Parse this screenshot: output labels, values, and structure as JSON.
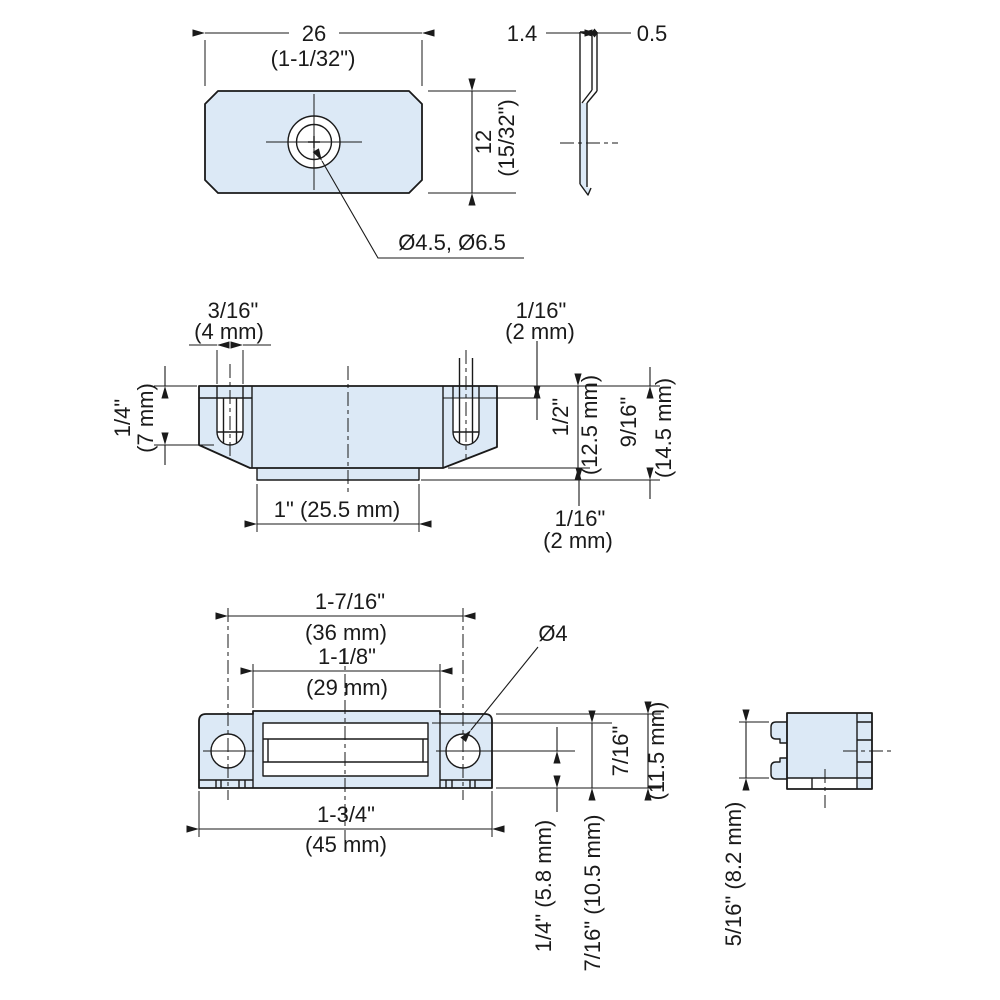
{
  "drawing": {
    "part": "magnetic-catch-with-strike-plate",
    "colors": {
      "part_fill": "#dce9f6",
      "line": "#1a1a1a",
      "background": "#ffffff"
    },
    "strike_plate_front": {
      "width_mm": "26",
      "width_in": "(1-1/32\")",
      "height_mm": "12",
      "height_in": "(15/32\")",
      "hole_diameters": "Ø4.5, Ø6.5"
    },
    "strike_plate_side": {
      "total_thickness": "1.4",
      "plate_thickness": "0.5"
    },
    "catch_top_view": {
      "slot_width_in": "3/16\"",
      "slot_width_mm": "(4 mm)",
      "top_step_in": "1/16\"",
      "top_step_mm": "(2 mm)",
      "slot_depth_in": "1/4\"",
      "slot_depth_mm": "(7 mm)",
      "body_depth_in": "1/2\"",
      "body_depth_mm": "(12.5 mm)",
      "total_depth_in": "9/16\"",
      "total_depth_mm": "(14.5 mm)",
      "magnet_face_width": "1\" (25.5 mm)",
      "bottom_step_in": "1/16\"",
      "bottom_step_mm": "(2 mm)"
    },
    "catch_front_view": {
      "hole_spacing_in": "1-7/16\"",
      "hole_spacing_mm": "(36 mm)",
      "magnet_width_in": "1-1/8\"",
      "magnet_width_mm": "(29 mm)",
      "hole_diameter": "Ø4",
      "total_width_in": "1-3/4\"",
      "total_width_mm": "(45 mm)",
      "height_in": "7/16\"",
      "height_mm": "(11.5 mm)",
      "hole_center_height": "1/4\" (5.8 mm)",
      "face_height": "7/16\" (10.5 mm)"
    },
    "catch_side_view": {
      "depth": "5/16\" (8.2 mm)"
    }
  }
}
